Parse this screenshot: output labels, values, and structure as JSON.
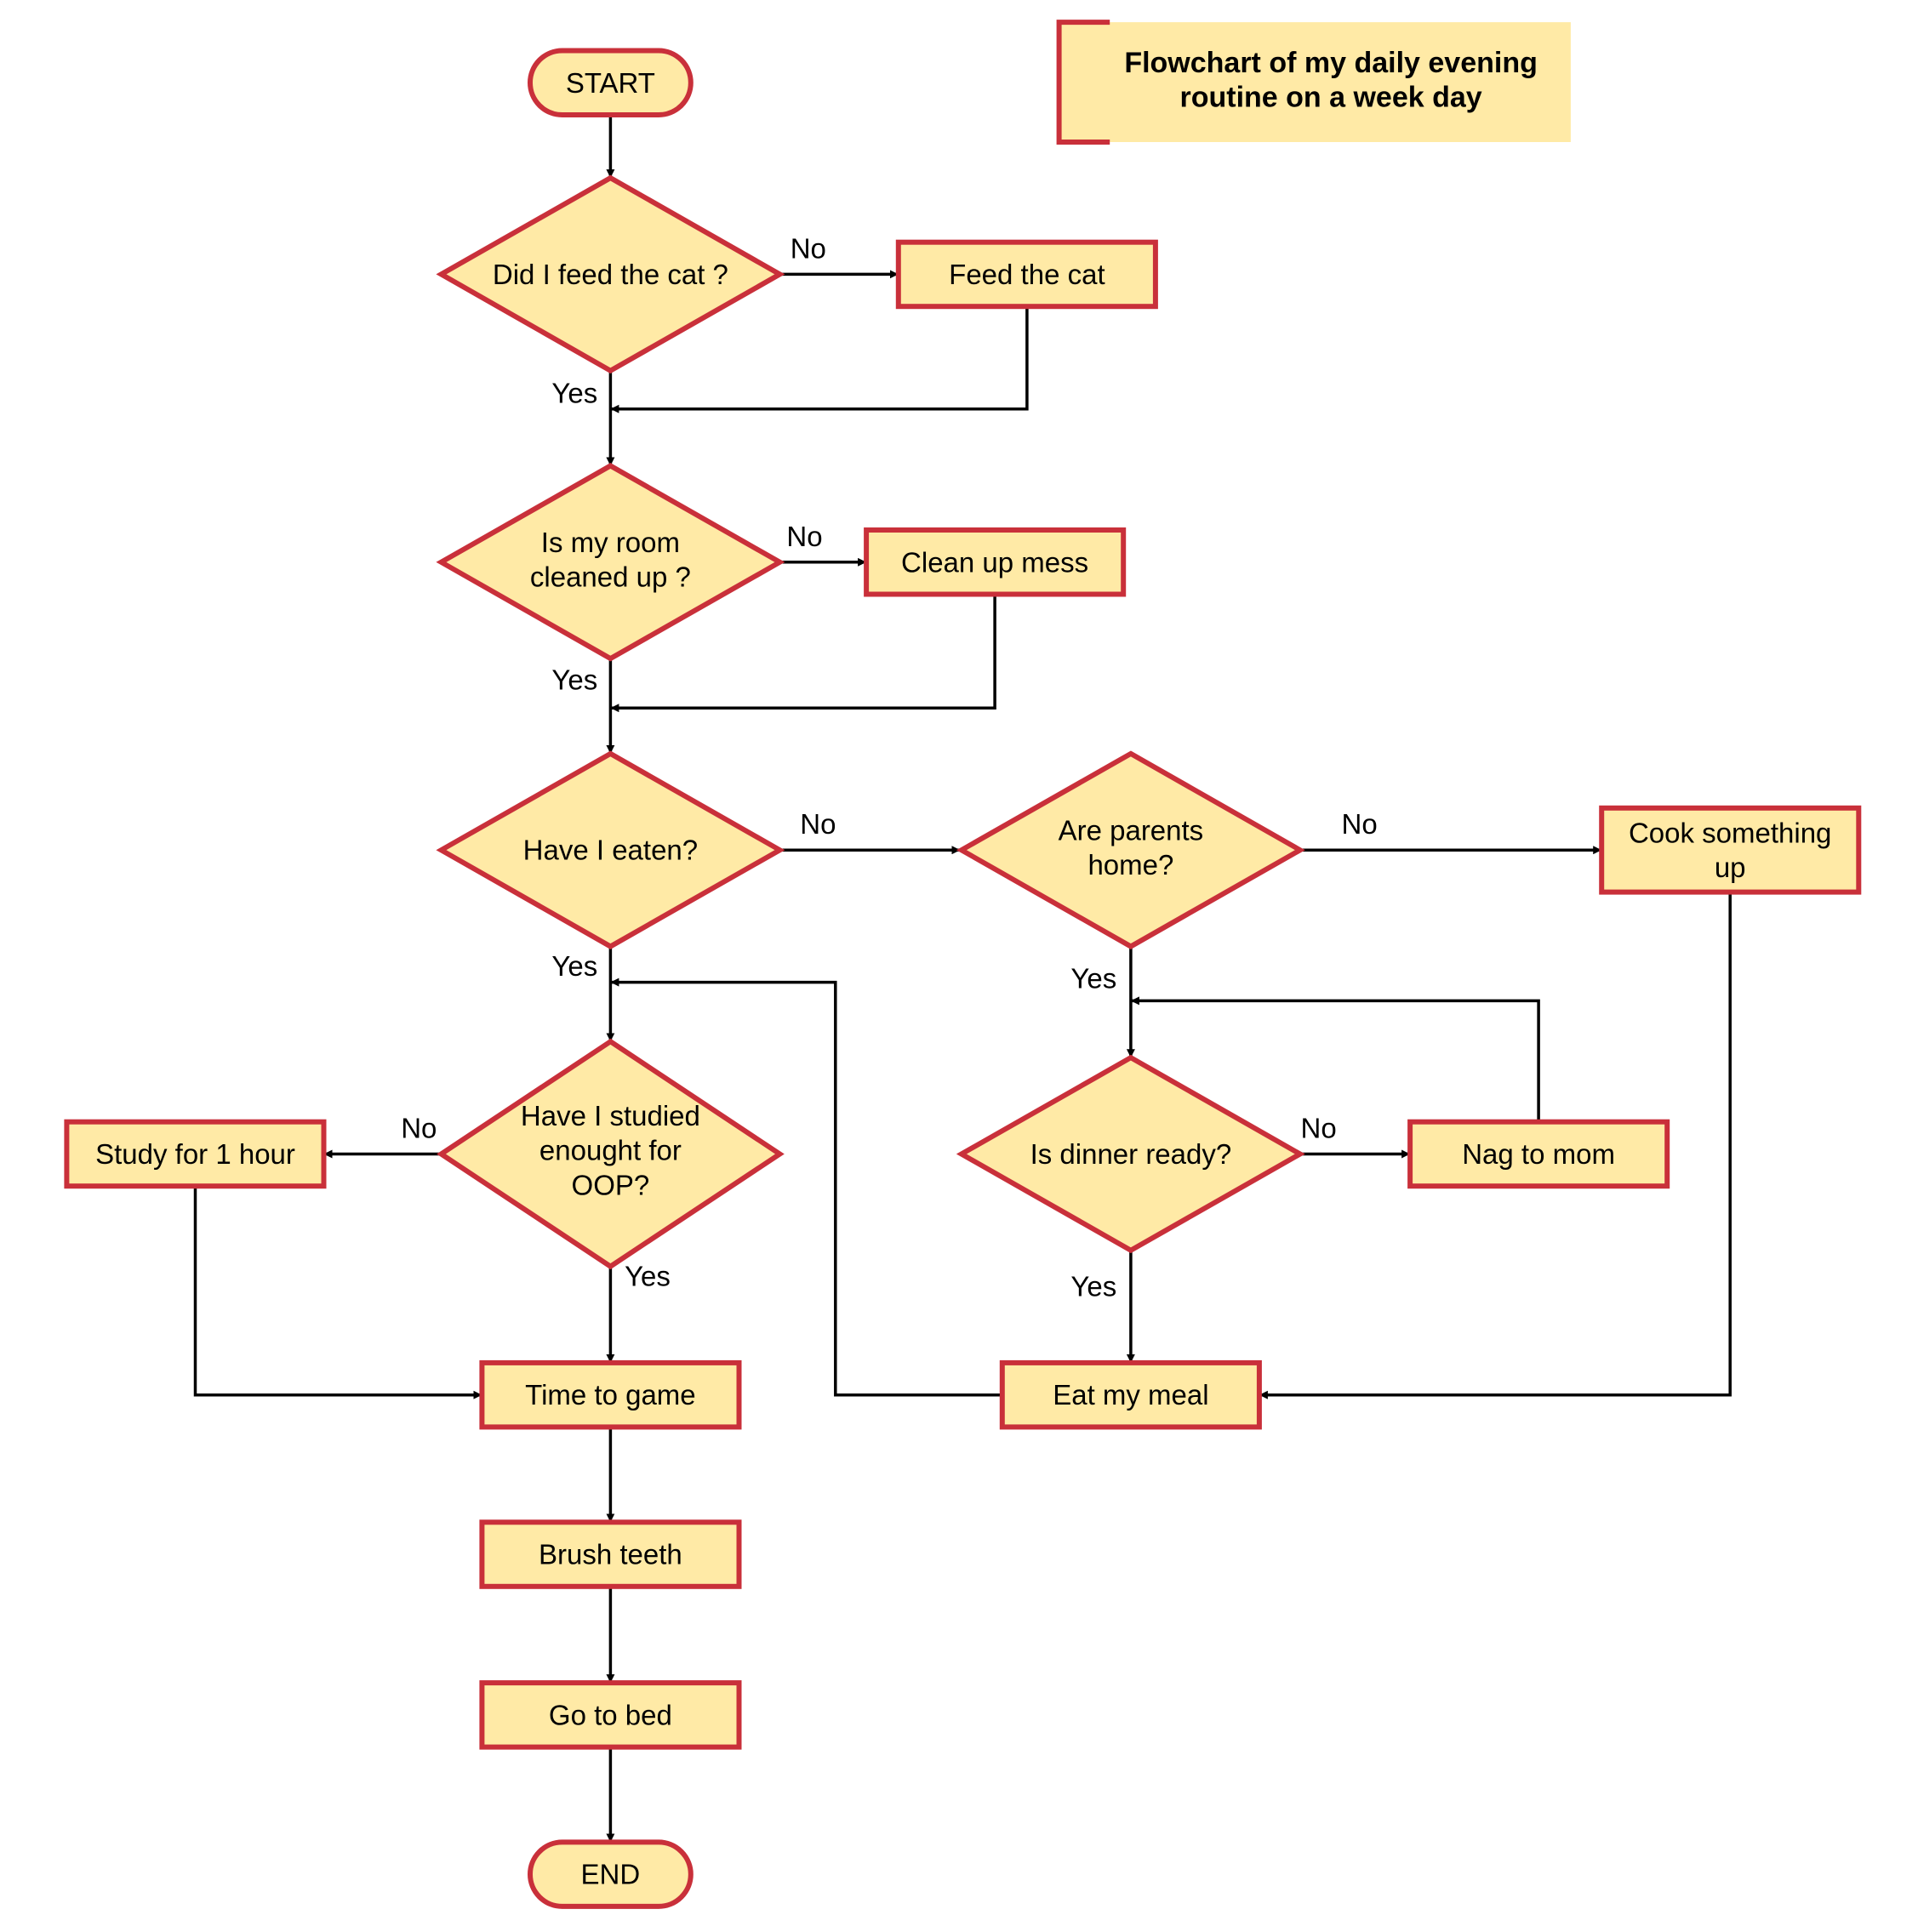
{
  "title": {
    "lines": [
      "Flowchart of my daily evening",
      "routine on a week day"
    ]
  },
  "nodes": [
    {
      "id": "start",
      "shape": "terminal",
      "lines": [
        "START"
      ]
    },
    {
      "id": "feed-cat-check",
      "shape": "decision",
      "lines": [
        "Did I feed the cat ?"
      ]
    },
    {
      "id": "feed-cat",
      "shape": "process",
      "lines": [
        "Feed the cat"
      ]
    },
    {
      "id": "room-check",
      "shape": "decision",
      "lines": [
        "Is my room",
        "cleaned up ?"
      ]
    },
    {
      "id": "clean-mess",
      "shape": "process",
      "lines": [
        "Clean up mess"
      ]
    },
    {
      "id": "eaten-check",
      "shape": "decision",
      "lines": [
        "Have I eaten?"
      ]
    },
    {
      "id": "parents-check",
      "shape": "decision",
      "lines": [
        "Are parents",
        "home?"
      ]
    },
    {
      "id": "cook",
      "shape": "process",
      "lines": [
        "Cook something",
        "up"
      ]
    },
    {
      "id": "studied-check",
      "shape": "decision",
      "lines": [
        "Have I studied",
        "enought for",
        "OOP?"
      ]
    },
    {
      "id": "study",
      "shape": "process",
      "lines": [
        "Study for 1 hour"
      ]
    },
    {
      "id": "dinner-check",
      "shape": "decision",
      "lines": [
        "Is dinner ready?"
      ]
    },
    {
      "id": "nag-mom",
      "shape": "process",
      "lines": [
        "Nag to mom"
      ]
    },
    {
      "id": "game",
      "shape": "process",
      "lines": [
        "Time to game"
      ]
    },
    {
      "id": "eat-meal",
      "shape": "process",
      "lines": [
        "Eat my meal"
      ]
    },
    {
      "id": "brush-teeth",
      "shape": "process",
      "lines": [
        "Brush teeth"
      ]
    },
    {
      "id": "go-to-bed",
      "shape": "process",
      "lines": [
        "Go to bed"
      ]
    },
    {
      "id": "end",
      "shape": "terminal",
      "lines": [
        "END"
      ]
    }
  ],
  "edges": [
    {
      "id": "start-to-feed-check",
      "from": "start",
      "to": "feed-cat-check",
      "label": ""
    },
    {
      "id": "feed-check-no",
      "from": "feed-cat-check",
      "to": "feed-cat",
      "label": "No"
    },
    {
      "id": "feed-check-yes",
      "from": "feed-cat-check",
      "to": "room-check",
      "label": "Yes"
    },
    {
      "id": "feed-cat-return",
      "from": "feed-cat",
      "to": "room-check",
      "label": ""
    },
    {
      "id": "room-check-no",
      "from": "room-check",
      "to": "clean-mess",
      "label": "No"
    },
    {
      "id": "room-check-yes",
      "from": "room-check",
      "to": "eaten-check",
      "label": "Yes"
    },
    {
      "id": "clean-mess-return",
      "from": "clean-mess",
      "to": "eaten-check",
      "label": ""
    },
    {
      "id": "eaten-check-no",
      "from": "eaten-check",
      "to": "parents-check",
      "label": "No"
    },
    {
      "id": "eaten-check-yes",
      "from": "eaten-check",
      "to": "studied-check",
      "label": "Yes"
    },
    {
      "id": "parents-check-no",
      "from": "parents-check",
      "to": "cook",
      "label": "No"
    },
    {
      "id": "parents-check-yes",
      "from": "parents-check",
      "to": "dinner-check",
      "label": "Yes"
    },
    {
      "id": "dinner-check-no",
      "from": "dinner-check",
      "to": "nag-mom",
      "label": "No"
    },
    {
      "id": "nag-mom-return",
      "from": "nag-mom",
      "to": "dinner-check",
      "label": ""
    },
    {
      "id": "dinner-check-yes",
      "from": "dinner-check",
      "to": "eat-meal",
      "label": "Yes"
    },
    {
      "id": "cook-to-eat",
      "from": "cook",
      "to": "eat-meal",
      "label": ""
    },
    {
      "id": "eat-meal-return",
      "from": "eat-meal",
      "to": "studied-check",
      "label": ""
    },
    {
      "id": "studied-check-no",
      "from": "studied-check",
      "to": "study",
      "label": "No"
    },
    {
      "id": "studied-check-yes",
      "from": "studied-check",
      "to": "game",
      "label": "Yes"
    },
    {
      "id": "study-to-game",
      "from": "study",
      "to": "game",
      "label": ""
    },
    {
      "id": "game-to-brush",
      "from": "game",
      "to": "brush-teeth",
      "label": ""
    },
    {
      "id": "brush-to-bed",
      "from": "brush-teeth",
      "to": "go-to-bed",
      "label": ""
    },
    {
      "id": "bed-to-end",
      "from": "go-to-bed",
      "to": "end",
      "label": ""
    }
  ]
}
